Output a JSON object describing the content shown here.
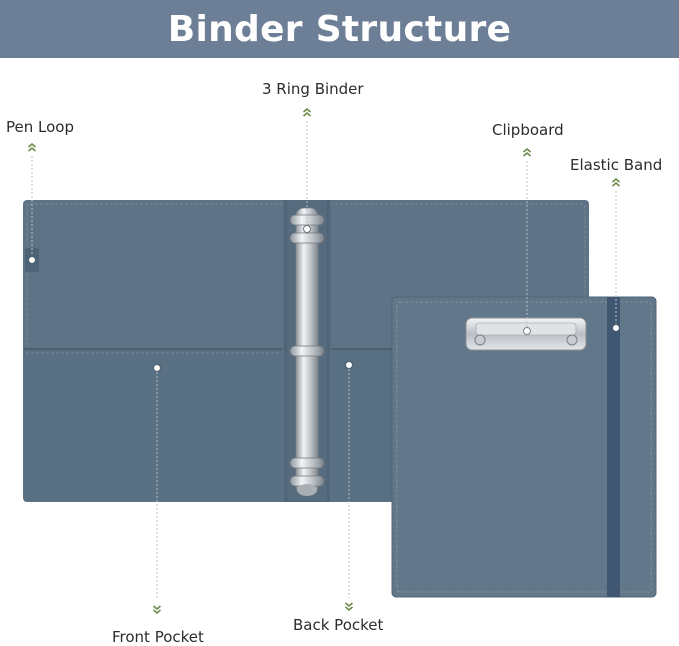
{
  "title": "Binder Structure",
  "labels": {
    "pen_loop": "Pen Loop",
    "ring_binder": "3 Ring Binder",
    "clipboard": "Clipboard",
    "elastic_band": "Elastic Band",
    "front_pocket": "Front Pocket",
    "back_pocket": "Back Pocket"
  },
  "colors": {
    "banner": "#6d7f96",
    "binder": "#5e7385",
    "pocket": "#587082",
    "clipboard": "#627789",
    "elastic": "#3f5770",
    "chevron": "#6b8a4a",
    "metal": "#c7ccd1"
  }
}
